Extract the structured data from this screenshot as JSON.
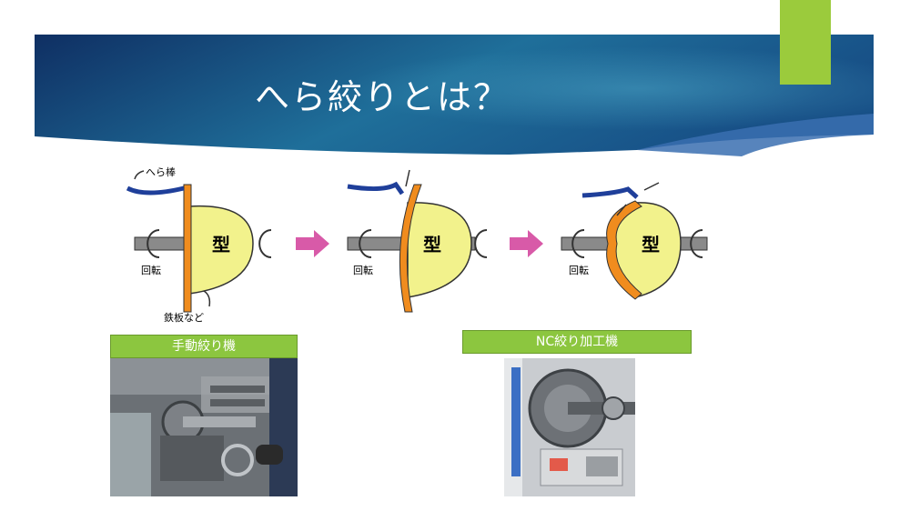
{
  "slide": {
    "title": "へら絞りとは？",
    "colors": {
      "banner_dark": "#12366b",
      "banner_mid": "#1f6f9a",
      "accent_green": "#9bcb3c",
      "caption_green": "#8cc63f",
      "mold_yellow": "#f2f28c",
      "plate_orange": "#f08c1e",
      "arrow_pink": "#d85aa8",
      "tool_blue": "#1f3f9a"
    }
  },
  "diagram": {
    "label_tool": "へら棒",
    "label_rotation": "回転",
    "label_plate": "鉄板など",
    "label_mold": "型"
  },
  "captions": {
    "manual": "手動絞り機",
    "nc": "NC絞り加工機"
  }
}
